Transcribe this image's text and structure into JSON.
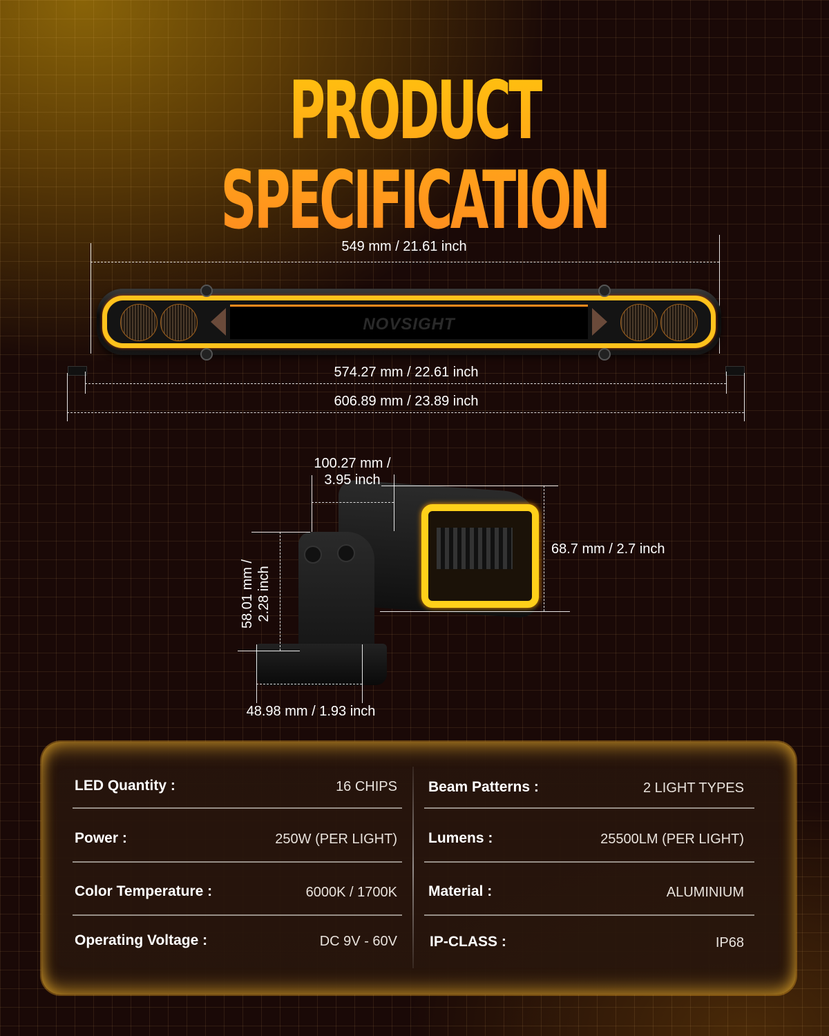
{
  "header": {
    "title": "PRODUCT SPECIFICATION"
  },
  "colors": {
    "title_top": "#ffc20e",
    "title_bottom": "#ff8a1f",
    "accent_glow": "#ffc21c",
    "background": "#1a0907"
  },
  "light_bar": {
    "brand_logo": "NOVSIGHT",
    "dimensions": {
      "body_width": "549 mm / 21.61 inch",
      "mount_width": "574.27 mm / 22.61 inch",
      "overall_width": "606.89 mm / 23.89 inch"
    }
  },
  "cube_light": {
    "dimensions": {
      "depth_line1": "100.27 mm /",
      "depth_line2": "3.95 inch",
      "face_height": "68.7 mm / 2.7 inch",
      "bracket_height_line1": "58.01 mm /",
      "bracket_height_line2": "2.28 inch",
      "base_width": "48.98 mm / 1.93 inch"
    }
  },
  "specs": {
    "left": [
      {
        "label": "LED Quantity :",
        "value": "16 CHIPS"
      },
      {
        "label": "Power :",
        "value": "250W (PER LIGHT)"
      },
      {
        "label": "Color Temperature :",
        "value": "6000K / 1700K"
      },
      {
        "label": "Operating Voltage :",
        "value": "DC 9V - 60V"
      }
    ],
    "right": [
      {
        "label": "Beam Patterns :",
        "value": "2 LIGHT TYPES"
      },
      {
        "label": "Lumens :",
        "value": "25500LM (PER LIGHT)"
      },
      {
        "label": "Material :",
        "value": "ALUMINIUM"
      },
      {
        "label": "IP-CLASS :",
        "value": "IP68"
      }
    ]
  }
}
